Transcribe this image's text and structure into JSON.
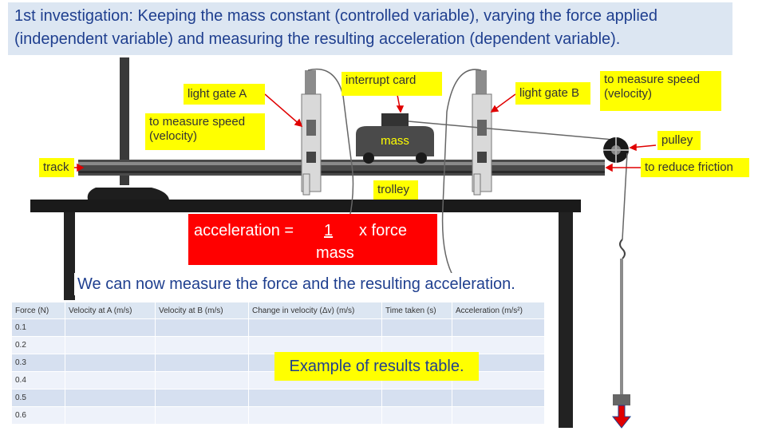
{
  "title": "1st investigation: Keeping the mass constant (controlled variable), varying the force applied (independent variable) and measuring the resulting acceleration (dependent variable).",
  "labels": {
    "light_gate_a": "light gate A",
    "interrupt_card": "interrupt card",
    "light_gate_b": "light gate B",
    "measure_speed_left": "to measure speed (velocity)",
    "measure_speed_right": "to measure speed (velocity)",
    "mass": "mass",
    "pulley": "pulley",
    "track": "track",
    "reduce_friction": "to reduce friction",
    "trolley": "trolley"
  },
  "formula": {
    "lhs": "acceleration =",
    "numerator": "1",
    "rhs": "x force",
    "denominator": "mass"
  },
  "note": "We can now measure the force and the resulting acceleration.",
  "table": {
    "headers": [
      "Force (N)",
      "Velocity at A (m/s)",
      "Velocity at B (m/s)",
      "Change in velocity (Δv) (m/s)",
      "Time taken (s)",
      "Acceleration (m/s²)"
    ],
    "rows": [
      "0.1",
      "0.2",
      "0.3",
      "0.4",
      "0.5",
      "0.6"
    ]
  },
  "example_label": "Example of results table.",
  "colors": {
    "label_bg": "#ffff00",
    "formula_bg": "#ff0000",
    "title_bg": "#dce6f2",
    "text_blue": "#1f3f8f",
    "arrow_red": "#e00000"
  }
}
